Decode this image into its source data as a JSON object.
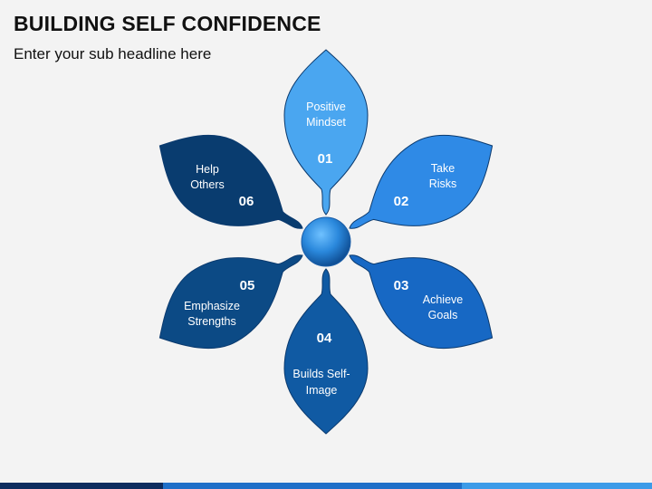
{
  "header": {
    "title": "BUILDING SELF CONFIDENCE",
    "subtitle": "Enter your sub headline here"
  },
  "petals": [
    {
      "number": "01",
      "line1": "Positive",
      "line2": "Mindset",
      "color": "#4aa6f0",
      "angle": 0
    },
    {
      "number": "02",
      "line1": "Take",
      "line2": "Risks",
      "color": "#2f8ae6",
      "angle": 60
    },
    {
      "number": "03",
      "line1": "Achieve",
      "line2": "Goals",
      "color": "#1768c4",
      "angle": 120
    },
    {
      "number": "04",
      "line1": "Builds Self-",
      "line2": "Image",
      "color": "#105aa3",
      "angle": 180
    },
    {
      "number": "05",
      "line1": "Emphasize",
      "line2": "Strengths",
      "color": "#0c4a85",
      "angle": 240
    },
    {
      "number": "06",
      "line1": "Help",
      "line2": "Others",
      "color": "#093c6f",
      "angle": 300
    }
  ],
  "center": {
    "color": "#2a88dc"
  },
  "footer_bar_colors": [
    "#0d2c5e",
    "#1f6fc8",
    "#3c9be8"
  ]
}
